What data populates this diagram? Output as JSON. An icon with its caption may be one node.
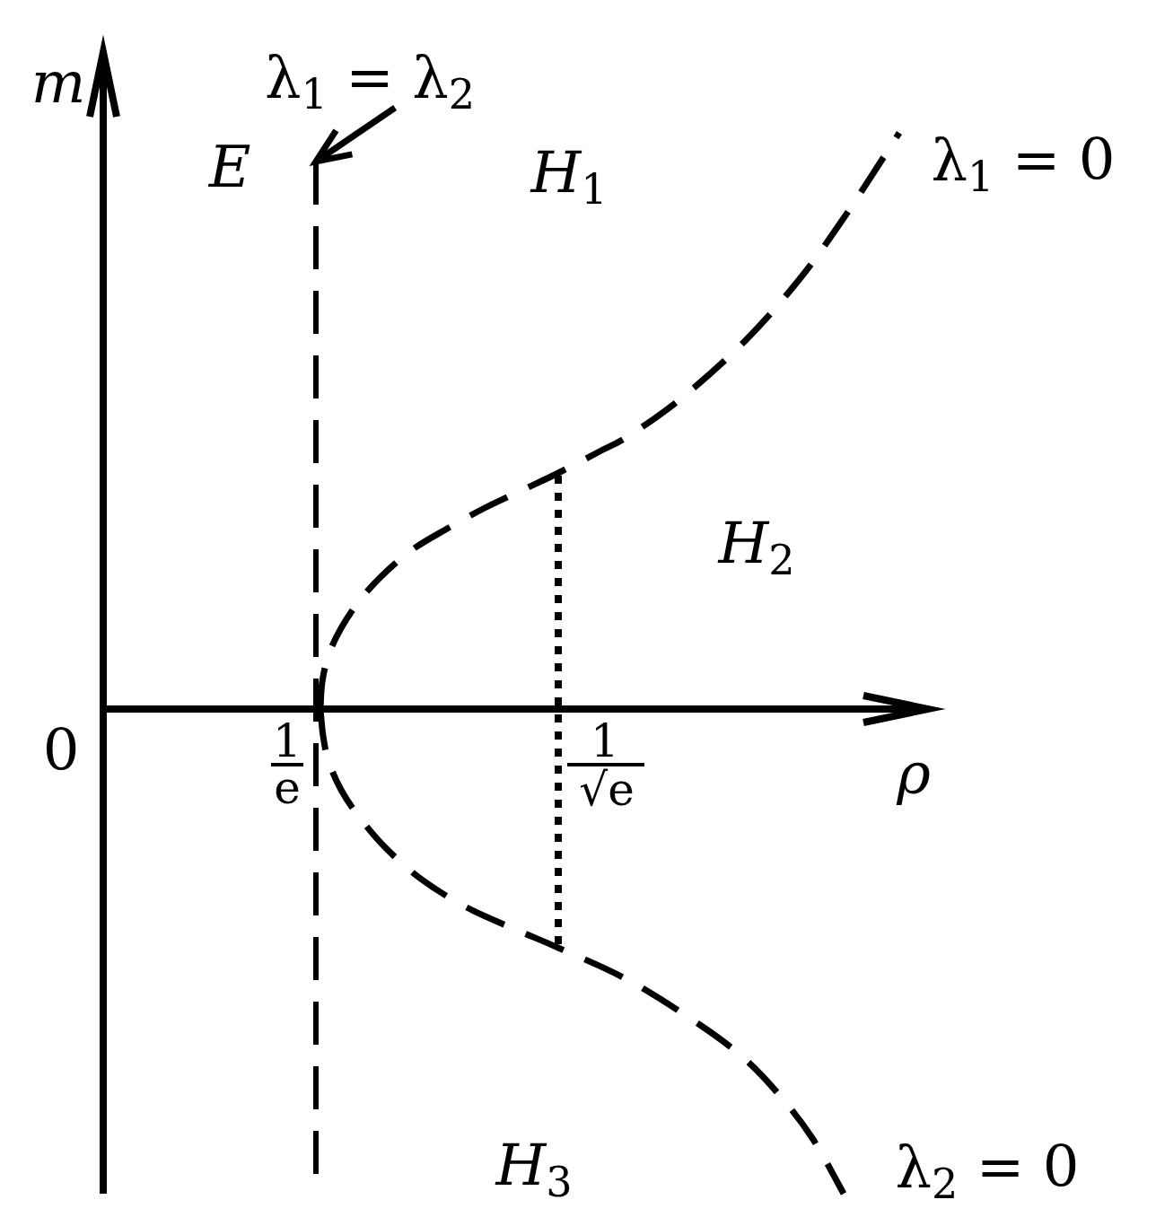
{
  "diagram": {
    "nodes": [
      {
        "text": [
          "λ$_{1}$ = λ$_{2}$"
        ]
      },
      {
        "text": [],
        "shape": "line"
      }
    ],
    "edges": [
      {
        "from": 0,
        "to": 1,
        "arrow": "to"
      }
    ],
    "labels": [
      "m",
      "E",
      "H$_{1}$",
      "λ$_{1}$ = 0",
      "H$_{2}$",
      "0",
      "1",
      "e",
      "1",
      "√e",
      "ρ",
      "H$_{3}$",
      "λ$_{2}$ = 0"
    ]
  }
}
